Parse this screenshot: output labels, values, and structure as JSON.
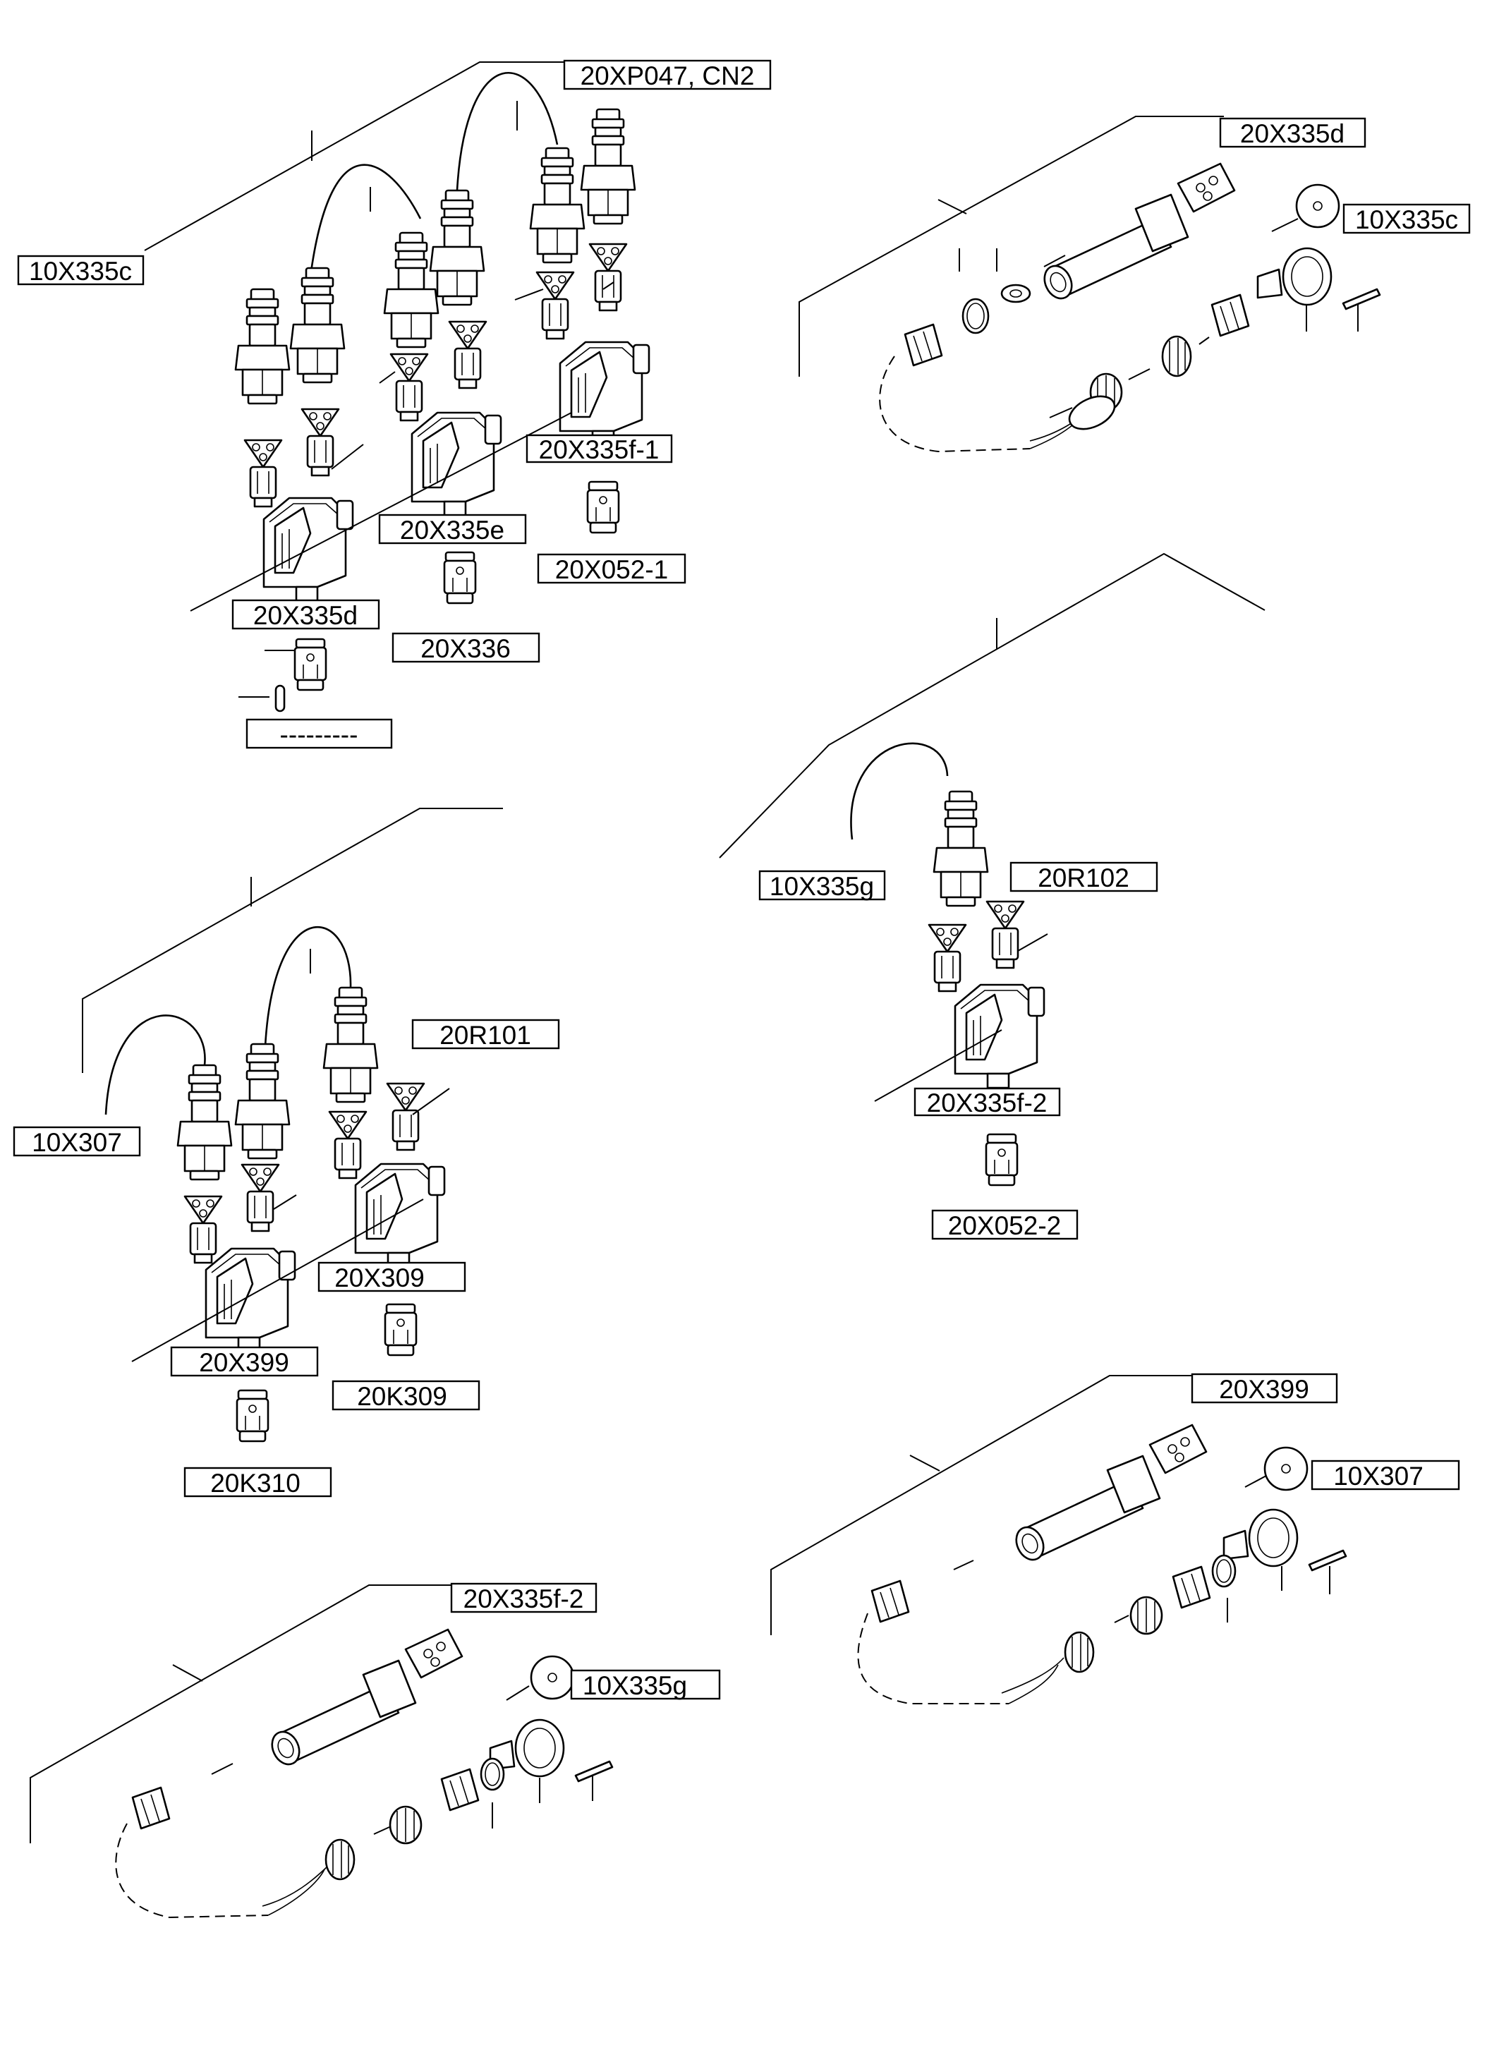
{
  "labels": {
    "l_20XP047": "20XP047, CN2",
    "l_10X335c_a": "10X335c",
    "l_20X335f1": "20X335f-1",
    "l_20X335e": "20X335e",
    "l_20X052_1": "20X052-1",
    "l_20X335d_a": "20X335d",
    "l_20X336": "20X336",
    "l_dashes": "---------",
    "l_20X335d_b": "20X335d",
    "l_10X335c_b": "10X335c",
    "l_10X335g_a": "10X335g",
    "l_20R102": "20R102",
    "l_20X335f2_a": "20X335f-2",
    "l_20X052_2": "20X052-2",
    "l_20R101": "20R101",
    "l_10X307_a": "10X307",
    "l_20X309": "20X309",
    "l_20X399_a": "20X399",
    "l_20K309": "20K309",
    "l_20K310": "20K310",
    "l_20X399_b": "20X399",
    "l_10X307_b": "10X307",
    "l_20X335f2_b": "20X335f-2",
    "l_10X335g_b": "10X335g"
  }
}
